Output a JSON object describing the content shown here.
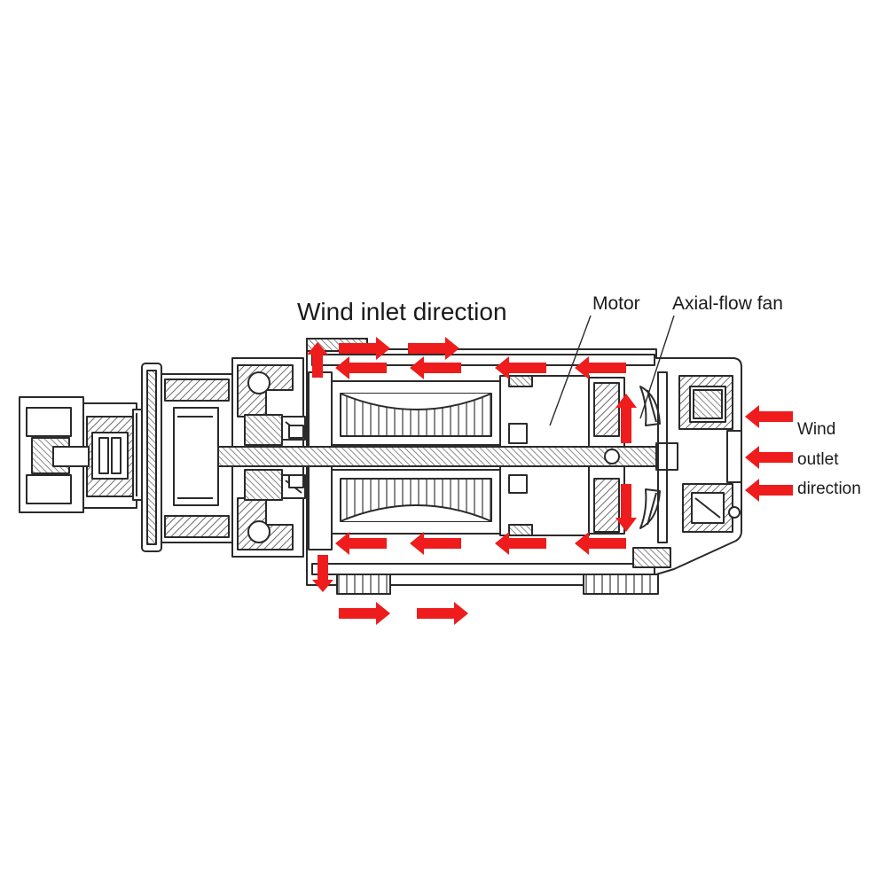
{
  "labels": {
    "title": "Wind inlet direction",
    "motor": "Motor",
    "fan": "Axial-flow fan",
    "outlet_line1": "Wind",
    "outlet_line2": "outlet",
    "outlet_line3": "direction"
  },
  "colors": {
    "arrow": "#ee1c1c",
    "line": "#2a2a2a",
    "hatch": "#6a6a6a",
    "background": "#ffffff"
  },
  "icons": {
    "airflow": "red-arrow"
  }
}
